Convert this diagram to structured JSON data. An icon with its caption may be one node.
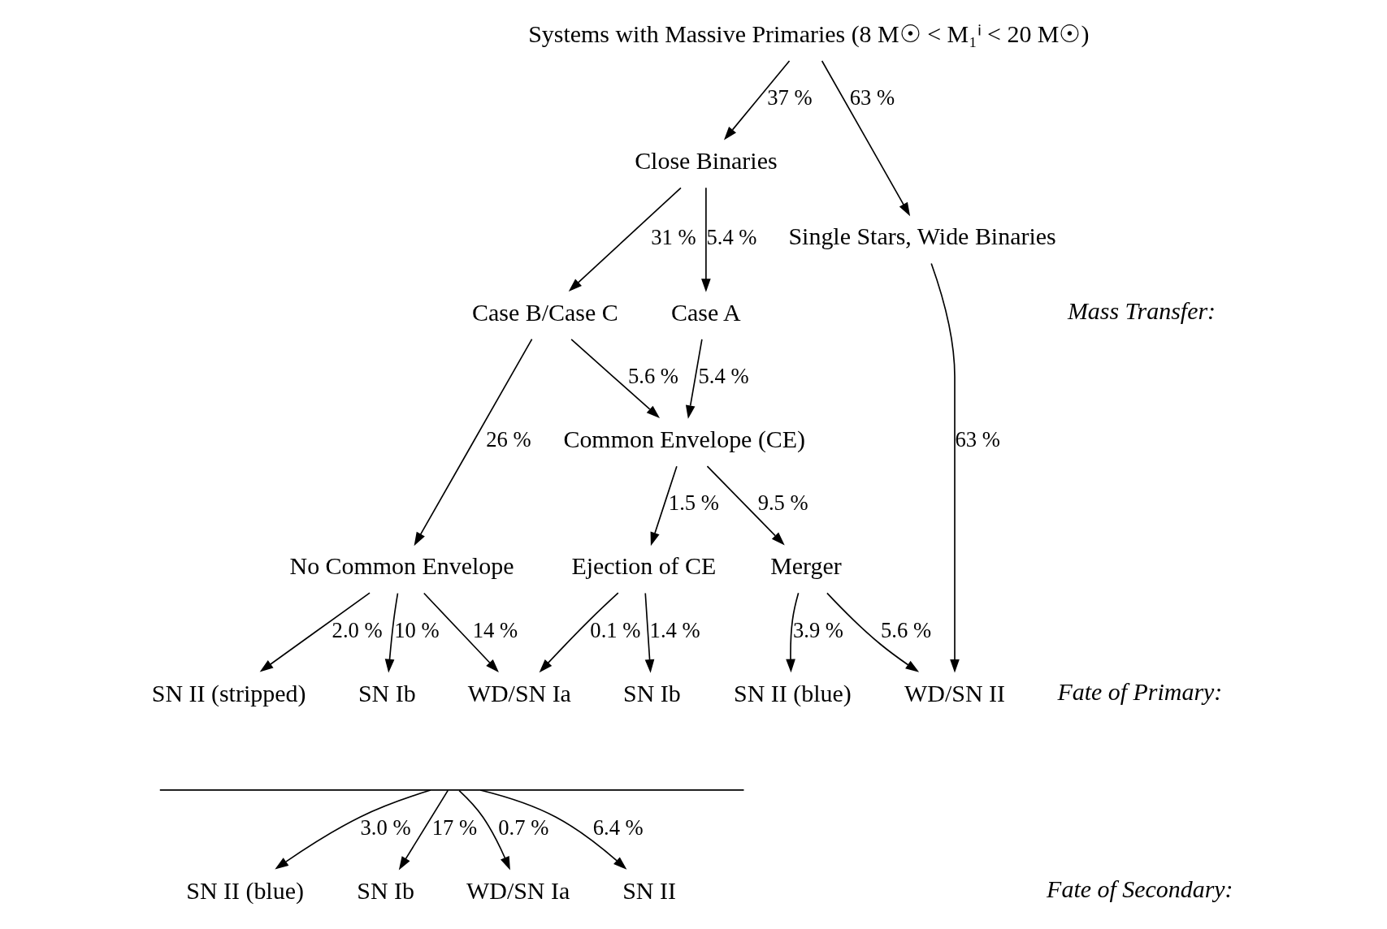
{
  "diagram": {
    "nodes": [
      {
        "text": [
          "Systems with Massive Primaries (8 M☉ < M₁ⁱ < 20 M☉)"
        ]
      },
      {
        "text": [
          "Close Binaries"
        ]
      },
      {
        "text": [
          "Single Stars, Wide Binaries"
        ]
      },
      {
        "text": [
          "Case B/Case C"
        ]
      },
      {
        "text": [
          "Case A"
        ]
      },
      {
        "text": [
          "No Common Envelope"
        ]
      },
      {
        "text": [
          "Common Envelope (CE)"
        ]
      },
      {
        "text": [
          "Ejection of CE"
        ]
      },
      {
        "text": [
          "Merger"
        ]
      },
      {
        "text": [
          "SN II (stripped)"
        ]
      },
      {
        "text": [
          "SN Ib"
        ]
      },
      {
        "text": [
          "WD/SN Ia"
        ]
      },
      {
        "text": [
          "SN Ib"
        ]
      },
      {
        "text": [
          "SN II (blue)"
        ]
      },
      {
        "text": [
          "WD/SN II"
        ]
      },
      {
        "text": [],
        "shape": "brace"
      },
      {
        "text": [
          "SN II (blue)"
        ]
      },
      {
        "text": [
          "SN Ib"
        ]
      },
      {
        "text": [
          "WD/SN Ia"
        ]
      },
      {
        "text": [
          "SN II"
        ]
      }
    ],
    "edges": [
      {
        "from": 0,
        "to": 1,
        "arrow": "to",
        "label": "37 %"
      },
      {
        "from": 0,
        "to": 2,
        "arrow": "to",
        "label": "63 %"
      },
      {
        "from": 1,
        "to": 3,
        "arrow": "to",
        "label": "31 %"
      },
      {
        "from": 1,
        "to": 4,
        "arrow": "to",
        "label": "5.4 %"
      },
      {
        "from": 3,
        "to": 5,
        "arrow": "to",
        "label": "26 %"
      },
      {
        "from": 3,
        "to": 6,
        "arrow": "to",
        "label": "5.6 %"
      },
      {
        "from": 4,
        "to": 6,
        "arrow": "to",
        "label": "5.4 %"
      },
      {
        "from": 2,
        "to": 14,
        "arrow": "to",
        "label": "63 %"
      },
      {
        "from": 5,
        "to": 9,
        "arrow": "to",
        "label": "2.0 %"
      },
      {
        "from": 5,
        "to": 10,
        "arrow": "to",
        "label": "10 %"
      },
      {
        "from": 5,
        "to": 11,
        "arrow": "to",
        "label": "14 %"
      },
      {
        "from": 6,
        "to": 7,
        "arrow": "to",
        "label": "1.5 %"
      },
      {
        "from": 6,
        "to": 8,
        "arrow": "to",
        "label": "9.5 %"
      },
      {
        "from": 7,
        "to": 11,
        "arrow": "to",
        "label": "0.1 %"
      },
      {
        "from": 7,
        "to": 12,
        "arrow": "to",
        "label": "1.4 %"
      },
      {
        "from": 8,
        "to": 13,
        "arrow": "to",
        "label": "3.9 %"
      },
      {
        "from": 8,
        "to": 14,
        "arrow": "to",
        "label": "5.6 %"
      },
      {
        "from": 15,
        "to": 16,
        "arrow": "to",
        "label": "3.0 %"
      },
      {
        "from": 15,
        "to": 17,
        "arrow": "to",
        "label": "17 %"
      },
      {
        "from": 15,
        "to": 18,
        "arrow": "to",
        "label": "0.7 %"
      },
      {
        "from": 15,
        "to": 19,
        "arrow": "to",
        "label": "6.4 %"
      }
    ],
    "labels": [
      "Mass Transfer:",
      "Fate of Primary:",
      "Fate of Secondary:"
    ]
  }
}
